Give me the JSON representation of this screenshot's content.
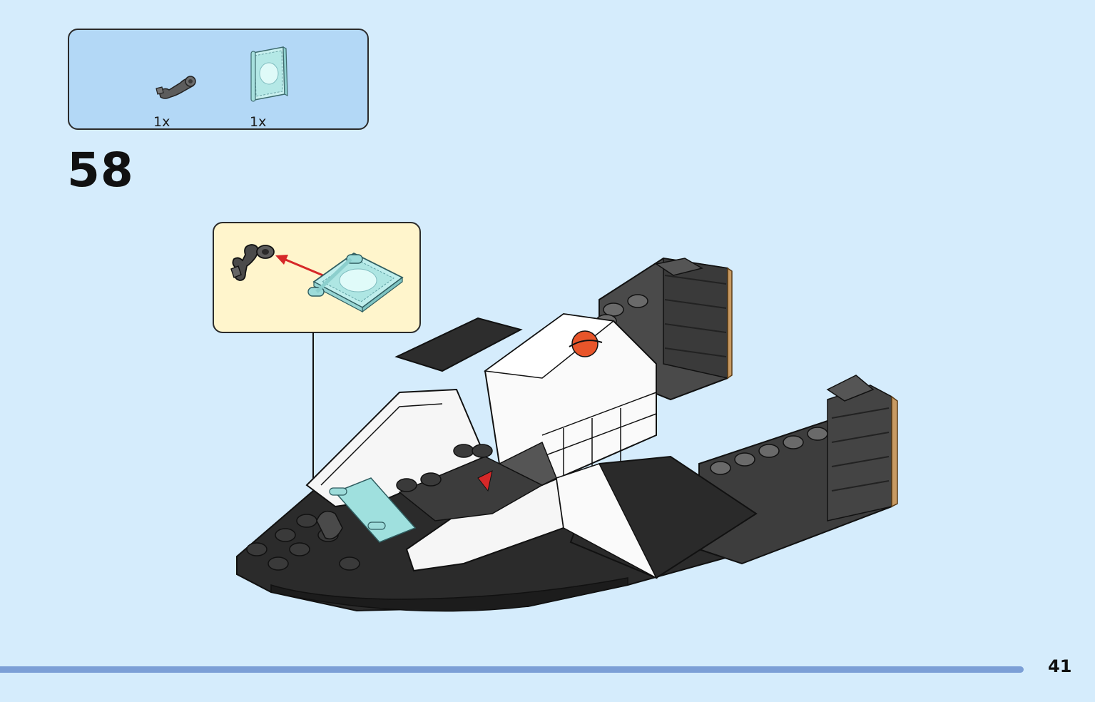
{
  "parts_list": {
    "items": [
      {
        "icon": "minifig-arm-clip-icon",
        "quantity": "1x",
        "color": "#6b6b6b"
      },
      {
        "icon": "transparent-printed-tile-icon",
        "quantity": "1x",
        "color": "#a8e6e4"
      }
    ]
  },
  "step": {
    "number": "58"
  },
  "callout": {
    "arrow_color": "#d62828"
  },
  "page": {
    "number": "41"
  },
  "colors": {
    "background": "#d5ecfc",
    "parts_box": "#b3d8f6",
    "callout": "#fff5cc",
    "bar": "#7c9fd6"
  }
}
